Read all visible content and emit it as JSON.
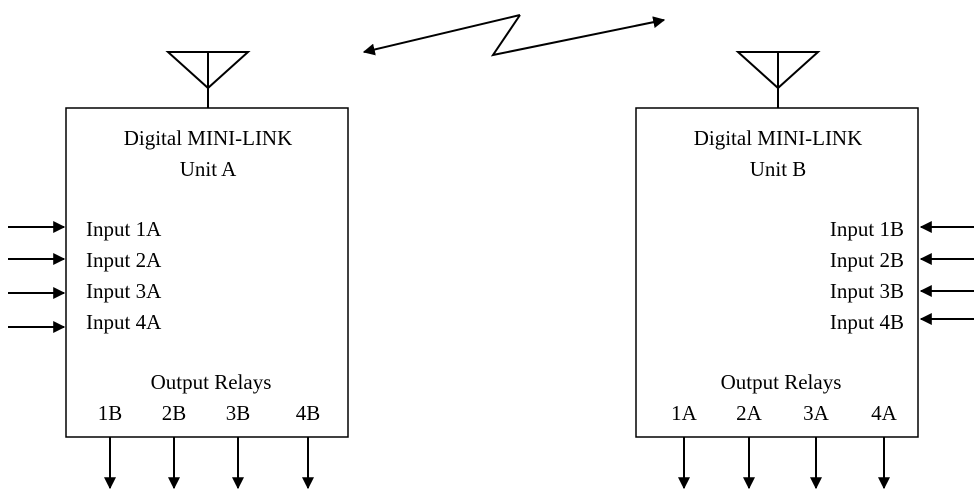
{
  "unit_a": {
    "title_line1": "Digital MINI-LINK",
    "title_line2": "Unit A",
    "inputs": [
      "Input 1A",
      "Input 2A",
      "Input 3A",
      "Input 4A"
    ],
    "outputs_heading": "Output Relays",
    "outputs": [
      "1B",
      "2B",
      "3B",
      "4B"
    ]
  },
  "unit_b": {
    "title_line1": "Digital MINI-LINK",
    "title_line2": "Unit B",
    "inputs": [
      "Input 1B",
      "Input 2B",
      "Input 3B",
      "Input 4B"
    ],
    "outputs_heading": "Output Relays",
    "outputs": [
      "1A",
      "2A",
      "3A",
      "4A"
    ]
  }
}
